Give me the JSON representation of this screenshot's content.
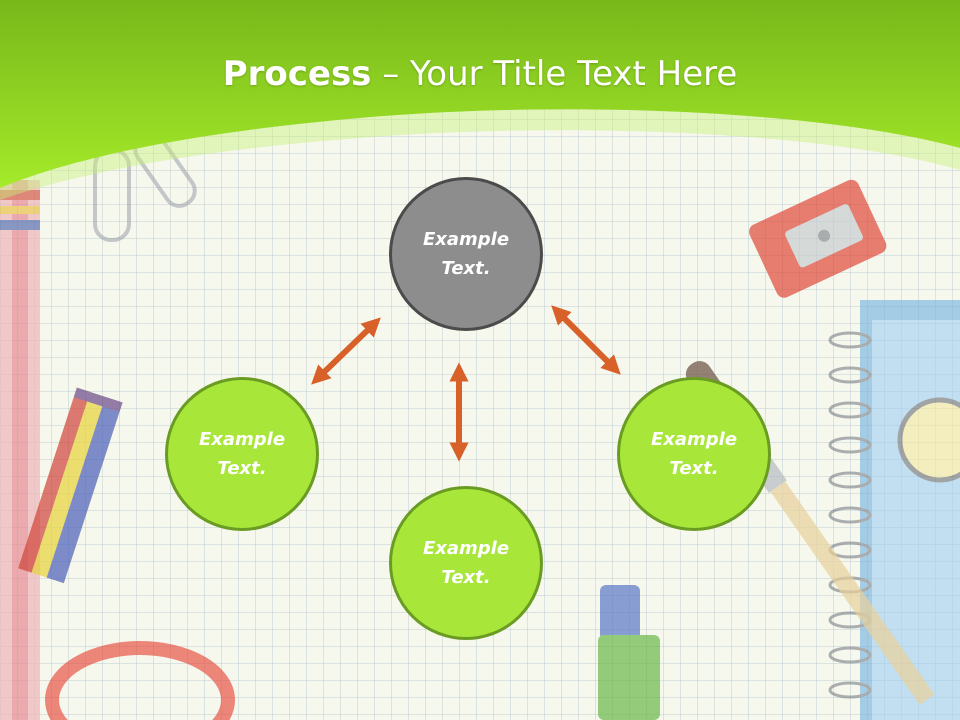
{
  "slide": {
    "title_strong": "Process",
    "title_rest": " – Your Title Text Here"
  },
  "nodes": {
    "top": {
      "text": "Example\nText."
    },
    "left": {
      "text": "Example\nText."
    },
    "right": {
      "text": "Example\nText."
    },
    "bottom": {
      "text": "Example\nText."
    }
  },
  "colors": {
    "header_green": "#9fe22a",
    "node_green": "#a8e63a",
    "node_green_border": "#6a9c23",
    "node_gray": "#8d8d8d",
    "node_gray_border": "#4b4b4b",
    "arrow_orange": "#d8612a"
  },
  "icons": [
    "bidirectional-arrow",
    "paper-clip",
    "pencil",
    "sharpener",
    "paintbrush",
    "spiral-notebook",
    "crayon",
    "scissors-handle",
    "marker"
  ]
}
